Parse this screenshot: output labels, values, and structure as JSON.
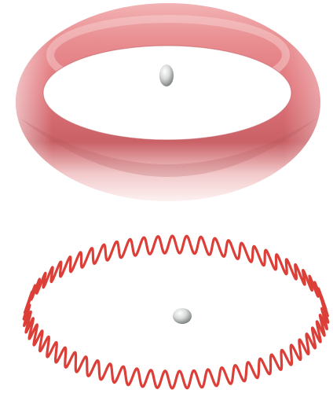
{
  "panels": [
    {
      "kind": "torus",
      "surface_color": "#e5777d",
      "highlight_color": "#fbe6e6",
      "shadow_color": "#b4575c",
      "nucleus_color": "#d9dcda"
    },
    {
      "kind": "wavy-ring",
      "stroke_color": "#dc3e38",
      "wave_count": 64,
      "nucleus_color": "#d9dcda"
    }
  ]
}
